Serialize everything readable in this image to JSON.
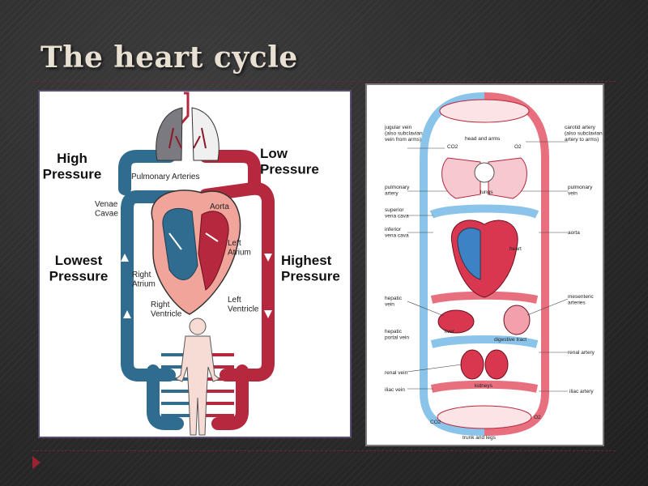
{
  "slide": {
    "title": "The heart cycle"
  },
  "left_diagram": {
    "labels": {
      "high_pressure": "High\nPressure",
      "low_pressure": "Low\nPressure",
      "lowest_pressure": "Lowest\nPressure",
      "highest_pressure": "Highest\nPressure",
      "pulmonary_arteries": "Pulmonary Arteries",
      "venae_cavae": "Venae\nCavae",
      "aorta": "Aorta",
      "left_atrium": "Left\nAtrium",
      "right_atrium": "Right\nAtrium",
      "right_ventricle": "Right\nVentricle",
      "left_ventricle": "Left\nVentricle"
    }
  },
  "right_diagram": {
    "labels": {
      "jugular_vein": "jugular vein\n(also subclavian\nvein from arms)",
      "carotid_artery": "carotid artery\n(also subclavian\nartery to arms)",
      "head_and_arms": "head and arms",
      "co2_top": "CO2",
      "o2_top": "O2",
      "pulmonary_artery": "pulmonary\nartery",
      "pulmonary_vein": "pulmonary\nvein",
      "lungs": "lungs",
      "superior_vena_cava": "superior\nvena cava",
      "inferior_vena_cava": "inferior\nvena cava",
      "aorta": "aorta",
      "heart": "heart",
      "hepatic_vein": "hepatic\nvein",
      "mesenteric_arteries": "mesenteric\narteries",
      "liver": "liver",
      "hepatic_portal_vein": "hepatic\nportal vein",
      "digestive_tract": "digestive tract",
      "renal_artery": "renal artery",
      "renal_vein": "renal vein",
      "kidneys": "kidneys",
      "iliac_vein": "iliac vein",
      "iliac_artery": "iliac artery",
      "co2_bottom": "CO2",
      "o2_bottom": "O2",
      "trunk_and_legs": "trunk and legs"
    }
  },
  "colors": {
    "vein_blue": "#2f6c8f",
    "artery_red": "#b5283d",
    "heart_fill": "#f0a49a",
    "right_vessel_red": "#e8707e",
    "right_vessel_blue": "#8bc4ea"
  }
}
